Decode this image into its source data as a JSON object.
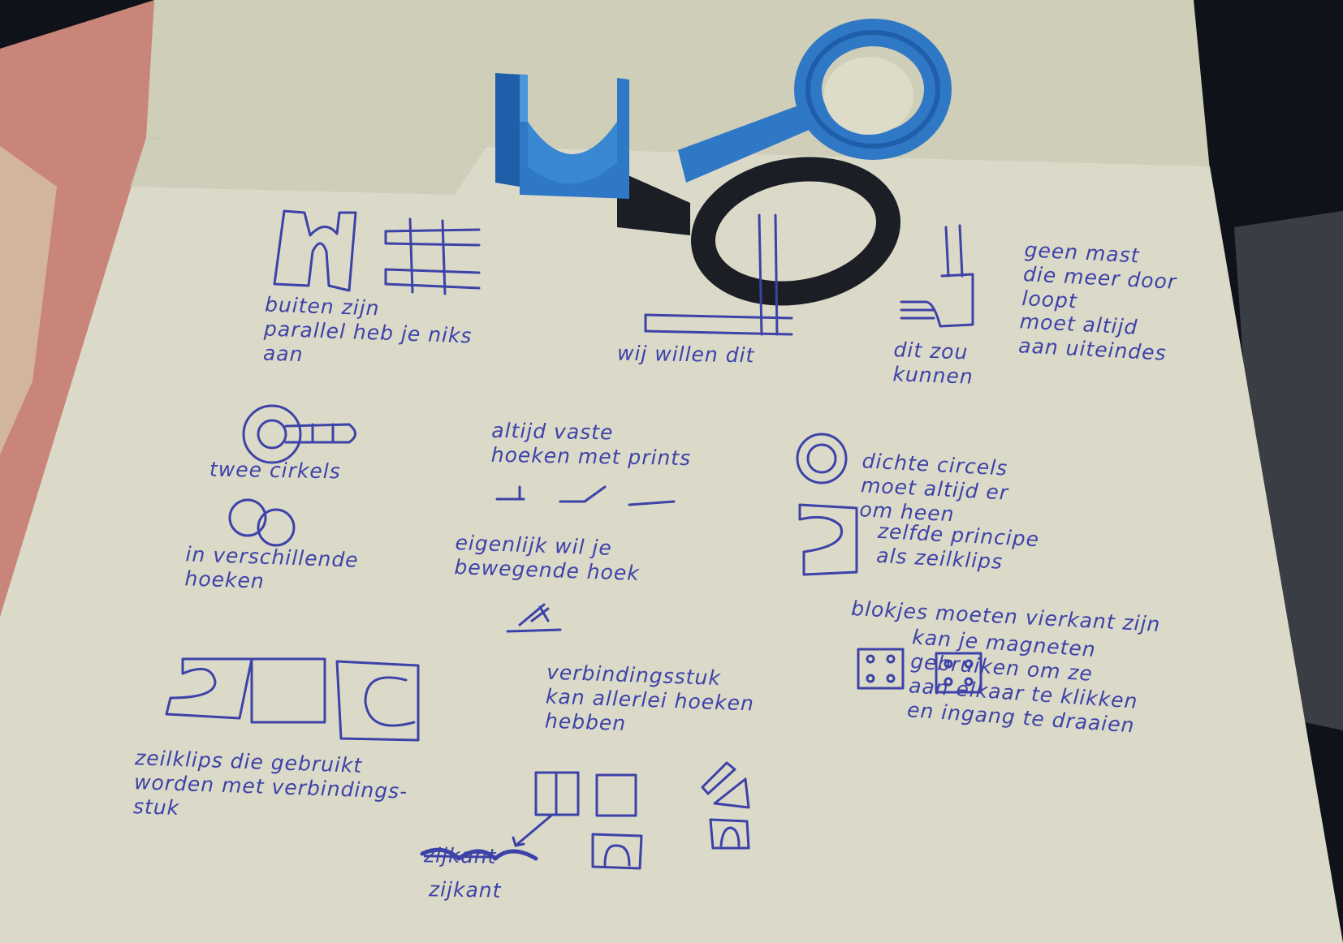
{
  "photo": {
    "colors": {
      "page": "#d9d8c8",
      "page_shadow": "#b9b7a4",
      "cloth": "#c9857a",
      "ink": "#3d42a8",
      "print_blue": "#2e78c6",
      "background": "#0d1016"
    },
    "objects": [
      "printed-bracket",
      "printed-ring-holder"
    ]
  },
  "notes": {
    "n1": "buiten zijn\nparallel heb je niks\naan",
    "n2": "wij willen dit",
    "n3": "dit zou\nkunnen",
    "n4": "geen mast\ndie meer door\nloopt",
    "n5": "moet altijd\naan uiteindes",
    "n6": "twee cirkels",
    "n7": "in verschillende\nhoeken",
    "n8": "altijd vaste\nhoeken met prints",
    "n9": "eigenlijk wil je\nbewegende hoek",
    "n10": "dichte circels\nmoet altijd er\nom heen",
    "n11": "zelfde principe\nals zeilklips",
    "n12": "blokjes moeten vierkant zijn",
    "n13": "kan je magneten\ngebruiken om ze\naan elkaar te klikken\nen ingang te draaien",
    "n14": "verbindingsstuk\nkan allerlei hoeken\nhebben",
    "n15": "zeilklips die gebruikt\nworden met verbindings-\nstuk",
    "n16": "zijkant",
    "n17": "zijkant"
  }
}
